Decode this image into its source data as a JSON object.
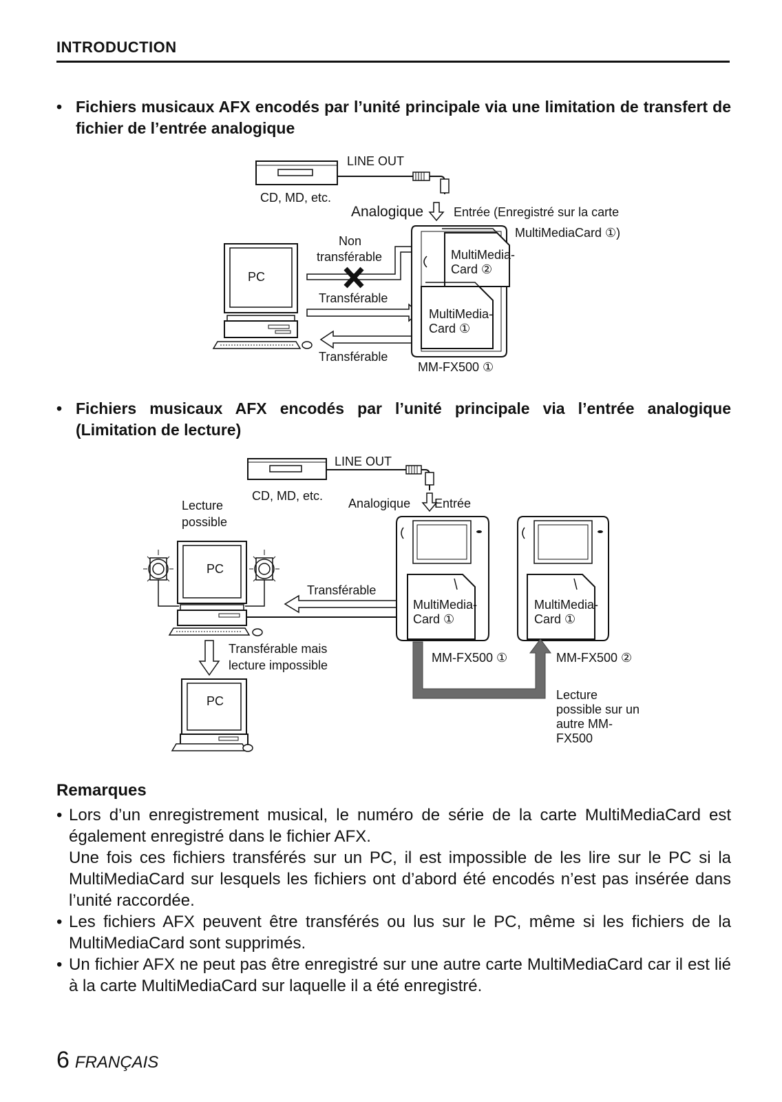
{
  "header": {
    "section": "INTRODUCTION"
  },
  "section1": {
    "bullet": "•",
    "title": "Fichiers musicaux AFX encodés par l’unité principale via une limitation de transfert de fichier de l’entrée analogique",
    "diagram": {
      "line_out": "LINE OUT",
      "source": "CD, MD, etc.",
      "analog": "Analogique",
      "input_a": "Entrée (Enregistré sur la carte",
      "input_b": "MultiMediaCard ①)",
      "non_a": "Non",
      "non_b": "transférable",
      "pc": "PC",
      "card2_a": "MultiMedia-",
      "card2_b": "Card ②",
      "transferable_1": "Transférable",
      "card1_a": "MultiMedia-",
      "card1_b": "Card ①",
      "transferable_2": "Transférable",
      "unit": "MM-FX500 ①"
    }
  },
  "section2": {
    "bullet": "•",
    "title": "Fichiers musicaux AFX encodés par l’unité principale via l’entrée analogique (Limitation de lecture)",
    "diagram": {
      "line_out": "LINE OUT",
      "source": "CD, MD, etc.",
      "lecture_a": "Lecture",
      "lecture_b": "possible",
      "analog": "Analogique",
      "input": "Entrée",
      "pc_top": "PC",
      "transferable": "Transférable",
      "card1_a": "MultiMedia-",
      "card1_b": "Card ①",
      "card2_a": "MultiMedia-",
      "card2_b": "Card ①",
      "trans_mais_a": "Transférable mais",
      "trans_mais_b": "lecture impossible",
      "unit1": "MM-FX500 ①",
      "unit2": "MM-FX500 ②",
      "pc_bottom": "PC",
      "other_a": "Lecture",
      "other_b": "possible sur un",
      "other_c": "autre MM-",
      "other_d": "FX500"
    }
  },
  "remarks": {
    "title": "Remarques",
    "items": [
      {
        "bullet": "•",
        "text": "Lors d’un enregistrement musical, le numéro de série de la carte MultiMediaCard est également enregistré dans le fichier AFX.",
        "continuation": "Une fois ces fichiers transférés sur un PC, il est impossible de les lire sur le PC si la MultiMediaCard sur lesquels les fichiers ont d’abord été encodés n’est pas insérée dans l’unité raccordée."
      },
      {
        "bullet": "•",
        "text": "Les fichiers AFX peuvent être transférés ou lus sur le PC, même si les fichiers de la MultiMediaCard sont supprimés."
      },
      {
        "bullet": "•",
        "text": "Un fichier AFX ne peut pas être enregistré sur une autre carte MultiMediaCard car il est lié à la carte MultiMediaCard sur laquelle il a été enregistré."
      }
    ]
  },
  "footer": {
    "page": "6",
    "language": "FRANÇAIS"
  }
}
